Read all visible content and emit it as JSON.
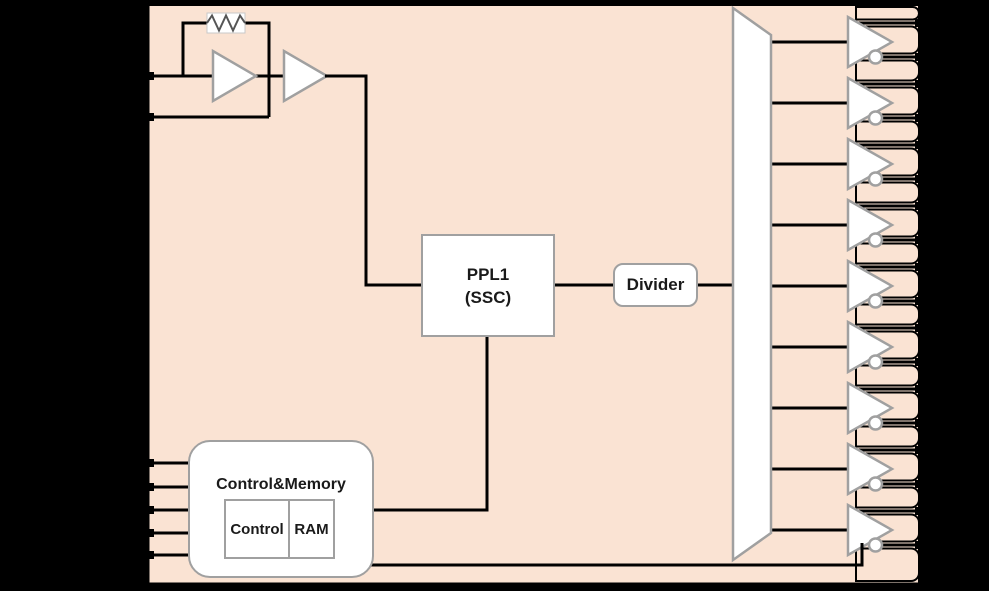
{
  "colors": {
    "canvas": "#000000",
    "chip_fill": "#FAE3D3",
    "chip_border": "#000000",
    "shape_fill": "#FFFFFF",
    "shape_stroke": "#A0A0A0",
    "wire": "#000000",
    "text": "#1A1A1A"
  },
  "blocks": {
    "pll": {
      "line1": "PPL1",
      "line2": "(SSC)"
    },
    "divider": {
      "label": "Divider"
    },
    "control_memory": {
      "title": "Control&Memory",
      "control_label": "Control",
      "ram_label": "RAM"
    }
  },
  "components": {
    "oscillator_amplifiers": 2,
    "feedback_resistors": 1,
    "crystal_input_pins": 2,
    "control_input_pins": 5,
    "output_buffers": 9,
    "output_pins": 18
  }
}
